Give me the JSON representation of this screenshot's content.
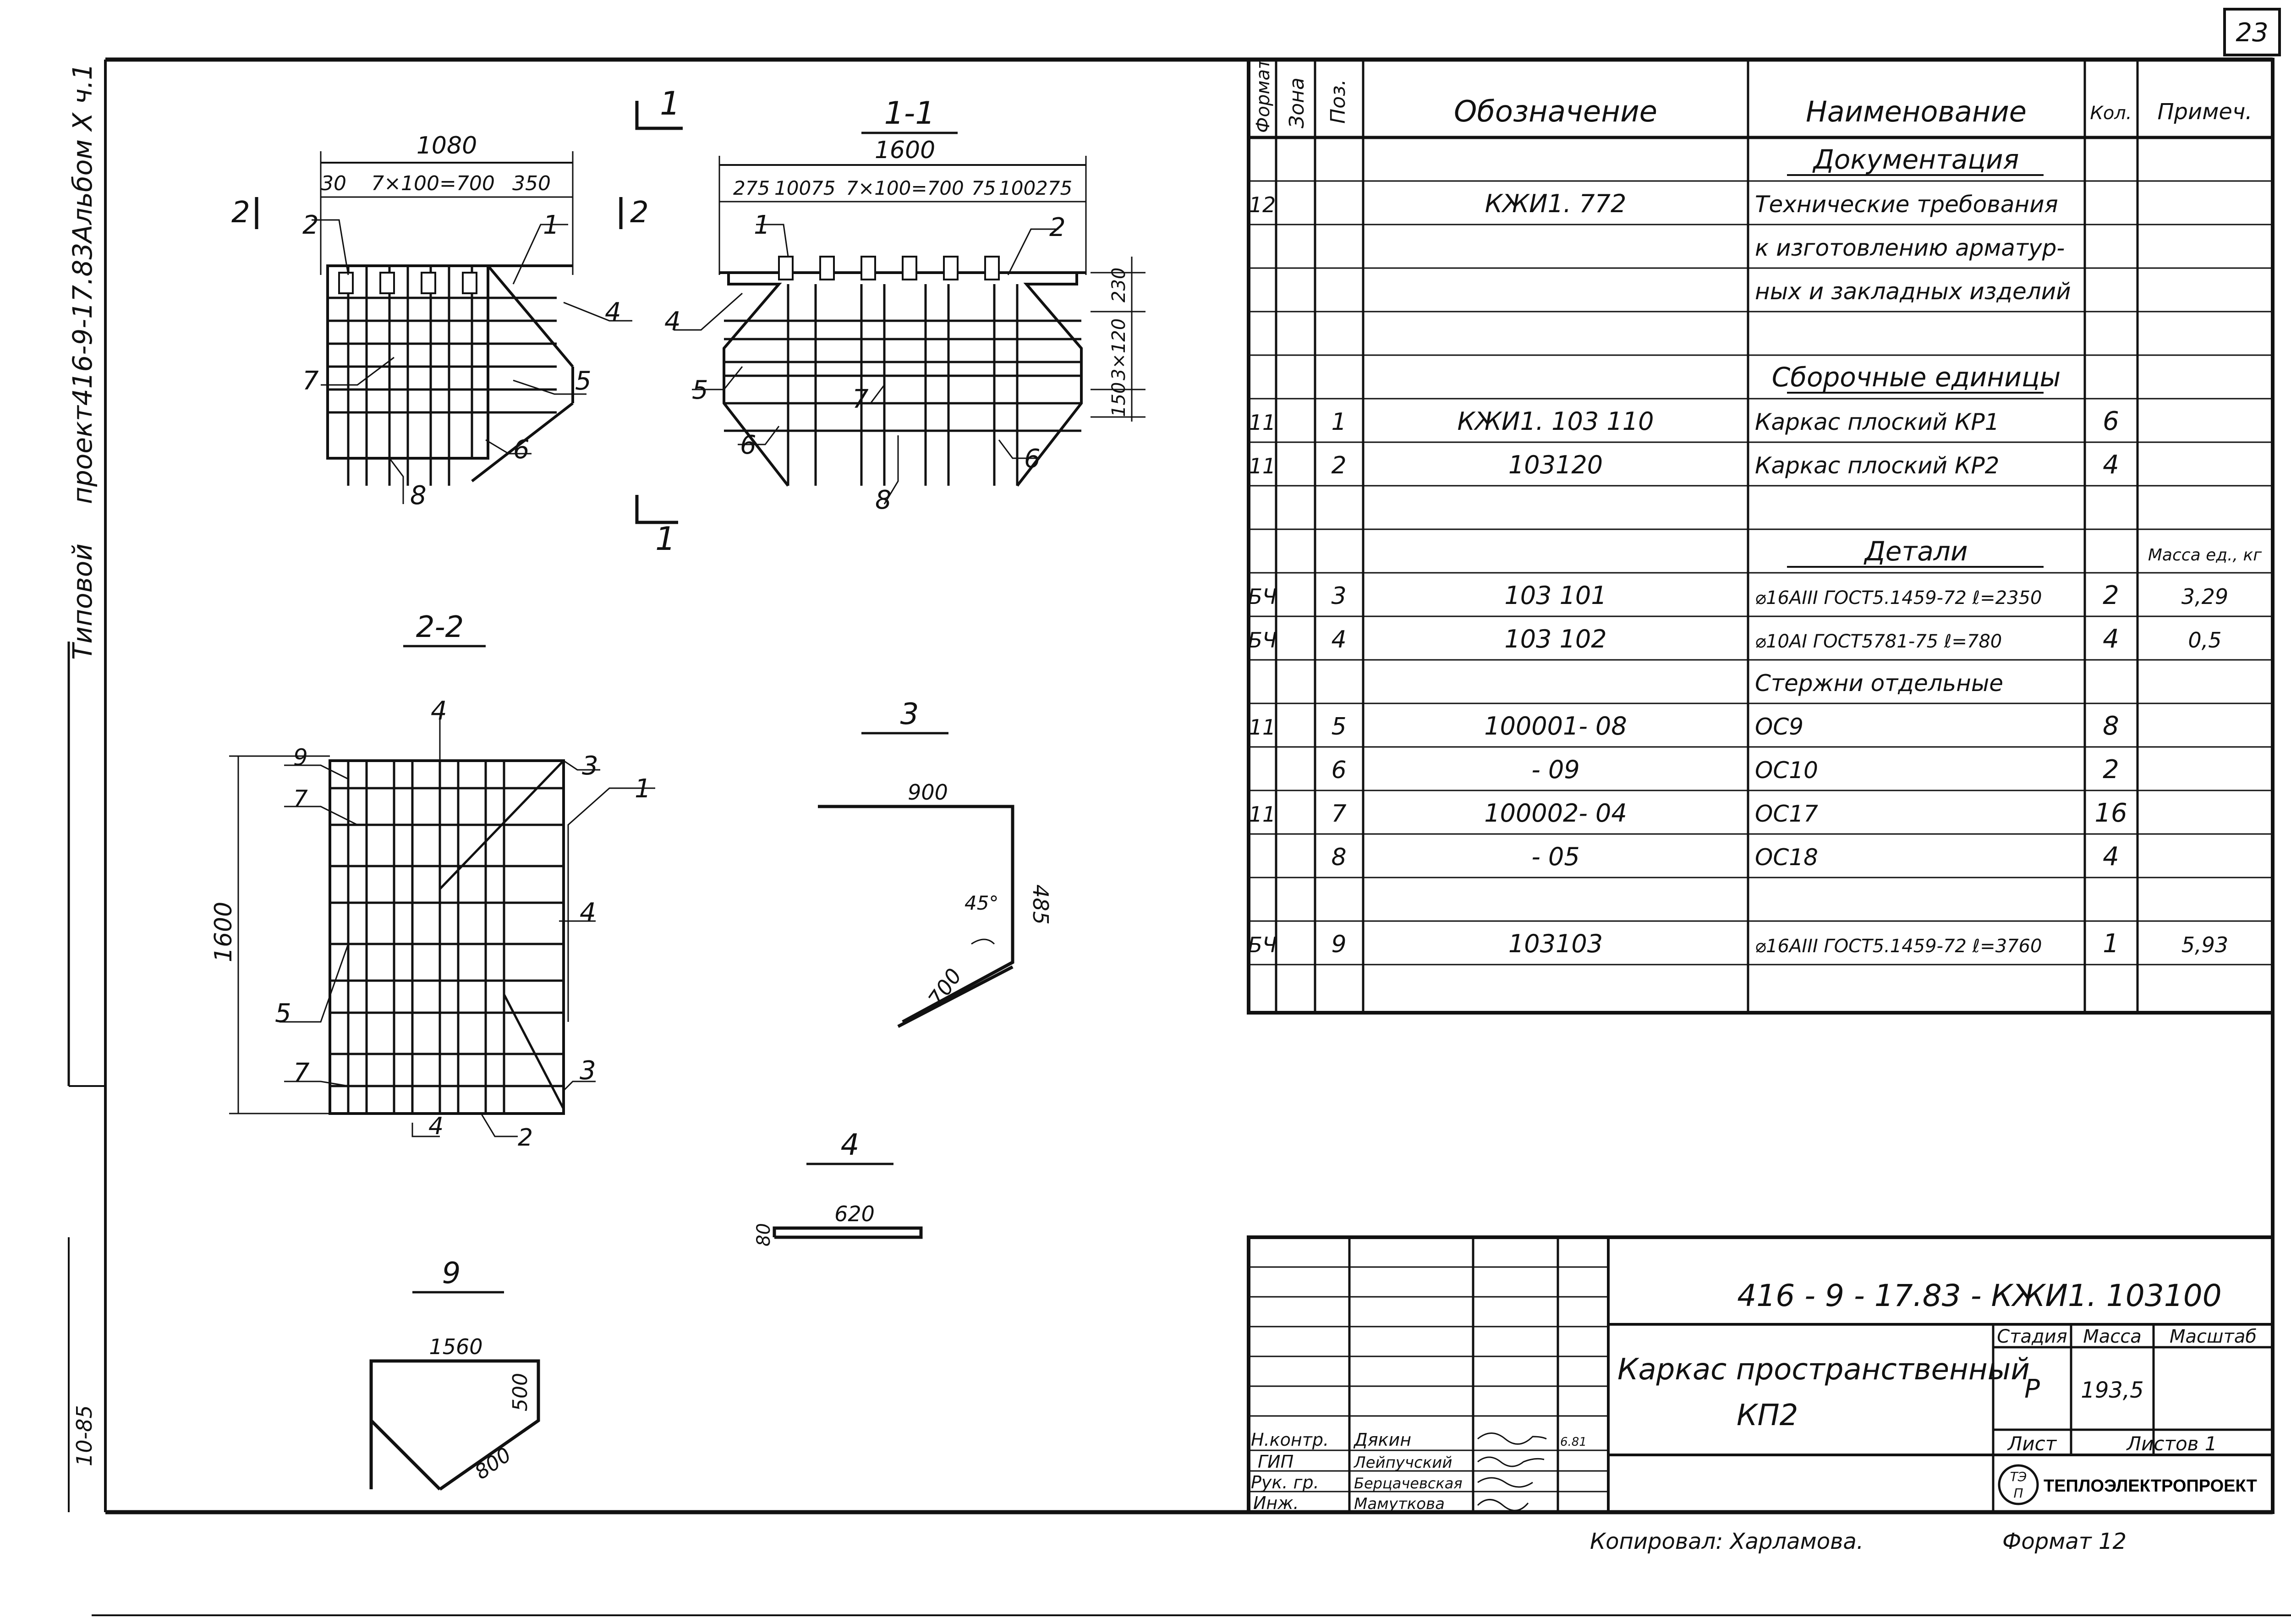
{
  "page_number": "23",
  "margin": {
    "album": "Альбом X ч.1",
    "project": "проект416-9-17.83",
    "typical": "Типовой",
    "stamp": "10-85"
  },
  "views": {
    "plan": {
      "cut_marker_1": "1",
      "cut_marker_2": "2",
      "overall": "1080",
      "dims": [
        "30",
        "7×100=700",
        "350"
      ],
      "positions": [
        "1",
        "2",
        "4",
        "5",
        "6",
        "7",
        "8"
      ]
    },
    "section_1_1": {
      "title": "1-1",
      "overall": "1600",
      "dims": [
        "275",
        "100",
        "75",
        "7×100=700",
        "75",
        "100",
        "275"
      ],
      "vdims": [
        "230",
        "3×120",
        "150"
      ],
      "positions": [
        "1",
        "2",
        "4",
        "5",
        "6",
        "6",
        "7",
        "8"
      ]
    },
    "section_2_2": {
      "title": "2-2",
      "height": "1600",
      "positions": [
        "4",
        "9",
        "7",
        "5",
        "7",
        "3",
        "1",
        "4",
        "3",
        "4",
        "2"
      ]
    },
    "detail_3": {
      "title": "3",
      "top": "900",
      "right": "485",
      "angle": "45°",
      "diag": "700"
    },
    "detail_4": {
      "title": "4",
      "length": "620",
      "end": "80"
    },
    "detail_9": {
      "title": "9",
      "top": "1560",
      "right": "500",
      "diag": "800"
    }
  },
  "spec": {
    "headers": {
      "format": "Формат",
      "zone": "Зона",
      "pos": "Поз.",
      "designation": "Обозначение",
      "name": "Наименование",
      "qty": "Кол.",
      "note": "Примеч."
    },
    "rows": [
      {
        "format": "",
        "zone": "",
        "pos": "",
        "designation": "",
        "name": "Документация",
        "qty": "",
        "note": "",
        "heading": true
      },
      {
        "format": "12",
        "zone": "",
        "pos": "",
        "designation": "КЖИ1. 772",
        "name": "Технические требования",
        "qty": "",
        "note": ""
      },
      {
        "format": "",
        "zone": "",
        "pos": "",
        "designation": "",
        "name": "к изготовлению арматур-",
        "qty": "",
        "note": ""
      },
      {
        "format": "",
        "zone": "",
        "pos": "",
        "designation": "",
        "name": "ных и закладных изделий",
        "qty": "",
        "note": ""
      },
      {
        "format": "",
        "zone": "",
        "pos": "",
        "designation": "",
        "name": "",
        "qty": "",
        "note": ""
      },
      {
        "format": "",
        "zone": "",
        "pos": "",
        "designation": "",
        "name": "Сборочные единицы",
        "qty": "",
        "note": "",
        "heading": true
      },
      {
        "format": "11",
        "zone": "",
        "pos": "1",
        "designation": "КЖИ1. 103 110",
        "name": "Каркас плоский КР1",
        "qty": "6",
        "note": ""
      },
      {
        "format": "11",
        "zone": "",
        "pos": "2",
        "designation": "103120",
        "name": "Каркас плоский КР2",
        "qty": "4",
        "note": ""
      },
      {
        "format": "",
        "zone": "",
        "pos": "",
        "designation": "",
        "name": "",
        "qty": "",
        "note": ""
      },
      {
        "format": "",
        "zone": "",
        "pos": "",
        "designation": "",
        "name": "Детали",
        "qty": "",
        "note": "Масса ед., кг",
        "heading": true
      },
      {
        "format": "БЧ",
        "zone": "",
        "pos": "3",
        "designation": "103 101",
        "name": "⌀16АIII ГОСТ5.1459-72 ℓ=2350",
        "qty": "2",
        "note": "3,29"
      },
      {
        "format": "БЧ",
        "zone": "",
        "pos": "4",
        "designation": "103 102",
        "name": "⌀10АI ГОСТ5781-75 ℓ=780",
        "qty": "4",
        "note": "0,5"
      },
      {
        "format": "",
        "zone": "",
        "pos": "",
        "designation": "",
        "name": "Стержни отдельные",
        "qty": "",
        "note": ""
      },
      {
        "format": "11",
        "zone": "",
        "pos": "5",
        "designation": "100001- 08",
        "name": "ОС9",
        "qty": "8",
        "note": ""
      },
      {
        "format": "",
        "zone": "",
        "pos": "6",
        "designation": "- 09",
        "name": "ОС10",
        "qty": "2",
        "note": ""
      },
      {
        "format": "11",
        "zone": "",
        "pos": "7",
        "designation": "100002- 04",
        "name": "ОС17",
        "qty": "16",
        "note": ""
      },
      {
        "format": "",
        "zone": "",
        "pos": "8",
        "designation": "- 05",
        "name": "ОС18",
        "qty": "4",
        "note": ""
      },
      {
        "format": "",
        "zone": "",
        "pos": "",
        "designation": "",
        "name": "",
        "qty": "",
        "note": ""
      },
      {
        "format": "БЧ",
        "zone": "",
        "pos": "9",
        "designation": "103103",
        "name": "⌀16АIII ГОСТ5.1459-72 ℓ=3760",
        "qty": "1",
        "note": "5,93"
      },
      {
        "format": "",
        "zone": "",
        "pos": "",
        "designation": "",
        "name": "",
        "qty": "",
        "note": ""
      }
    ]
  },
  "title_block": {
    "code": "416 - 9 - 17.83 - КЖИ1. 103100",
    "name_line1": "Каркас пространственный",
    "name_line2": "КП2",
    "stage_label": "Стадия",
    "mass_label": "Масса",
    "scale_label": "Масштаб",
    "stage": "Р",
    "mass": "193,5",
    "sheet_label": "Лист",
    "sheets_label": "Листов 1",
    "org": "ТЕПЛОЭЛЕКТРОПРОЕКТ",
    "signers": [
      {
        "role": "Н.контр.",
        "name": "Дякин",
        "date": "6.81"
      },
      {
        "role": "ГИП",
        "name": "Лейпучский",
        "date": ""
      },
      {
        "role": "Рук. гр.",
        "name": "Берцачевская",
        "date": ""
      },
      {
        "role": "Инж.",
        "name": "Мамуткова",
        "date": ""
      }
    ],
    "copied": "Копировал: Харламова.",
    "format": "Формат 12"
  }
}
